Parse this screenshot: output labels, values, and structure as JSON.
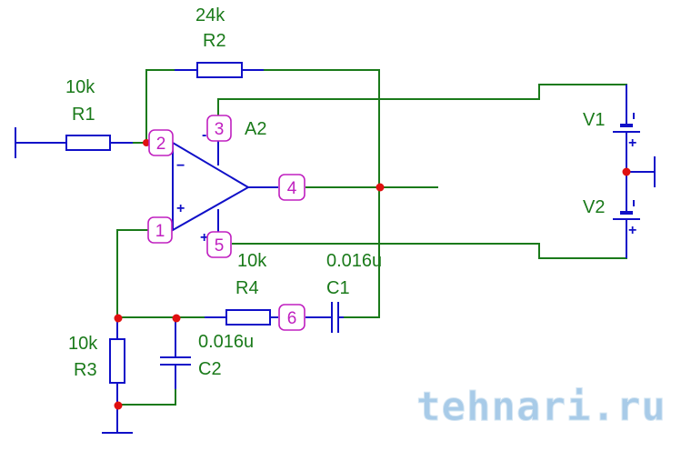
{
  "diagram": {
    "type": "schematic",
    "description": "Op-amp based sine-wave (Wien bridge) oscillator",
    "opamp": {
      "ref": "A2",
      "inverting_sign": "−",
      "noninverting_sign": "+"
    },
    "components": {
      "R1": {
        "ref": "R1",
        "value": "10k"
      },
      "R2": {
        "ref": "R2",
        "value": "24k"
      },
      "R3": {
        "ref": "R3",
        "value": "10k"
      },
      "R4": {
        "ref": "R4",
        "value": "10k"
      },
      "C1": {
        "ref": "C1",
        "value": "0.016u"
      },
      "C2": {
        "ref": "C2",
        "value": "0.016u"
      },
      "V1": {
        "ref": "V1"
      },
      "V2": {
        "ref": "V2"
      }
    },
    "nodes": [
      "1",
      "2",
      "3",
      "4",
      "5",
      "6"
    ],
    "battery_marks": {
      "minus": "-",
      "plus": "+"
    },
    "pin_signs": {
      "v_minus": "-",
      "v_plus": "+"
    }
  },
  "watermark": "tehnari.ru",
  "colors": {
    "wire": "#1a7a1a",
    "component": "#1010c8",
    "node_label": "#c020c0",
    "junction": "#e01010"
  }
}
